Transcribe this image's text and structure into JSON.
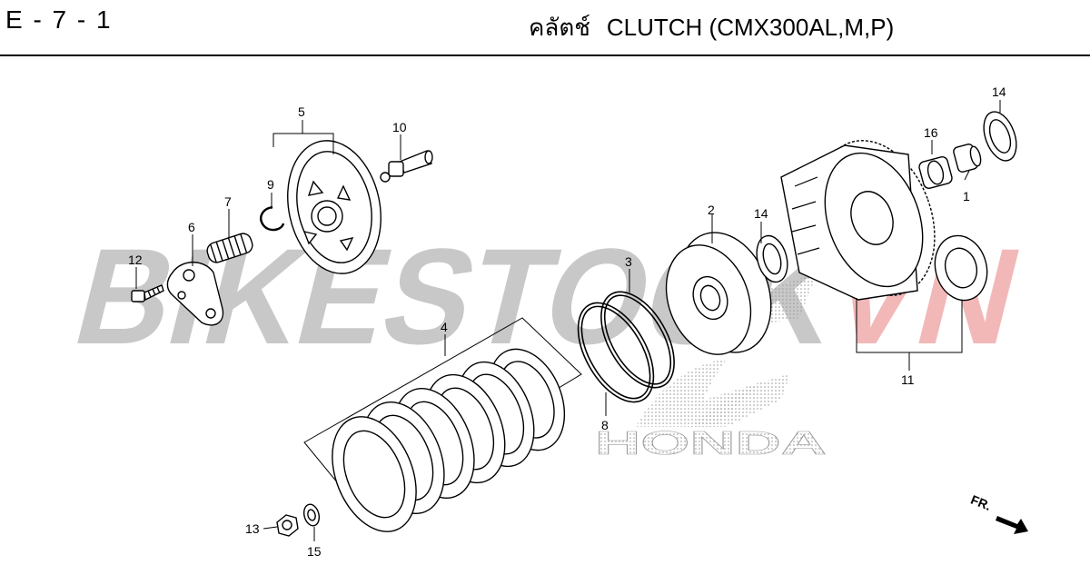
{
  "header": {
    "page_code": "E - 7 - 1",
    "title_thai": "คลัตช์",
    "title_en": "CLUTCH (CMX300AL,M,P)"
  },
  "watermark": {
    "text_main": "BIKESTOCK",
    "text_suffix": "VN",
    "main_color": "#c8c8c8",
    "suffix_color": "#f2b8b8"
  },
  "logo": {
    "text": "HONDA"
  },
  "direction_marker": {
    "label": "FR."
  },
  "callouts": [
    {
      "number": "1"
    },
    {
      "number": "2"
    },
    {
      "number": "3"
    },
    {
      "number": "4"
    },
    {
      "number": "5"
    },
    {
      "number": "6"
    },
    {
      "number": "7"
    },
    {
      "number": "8"
    },
    {
      "number": "9"
    },
    {
      "number": "10"
    },
    {
      "number": "11"
    },
    {
      "number": "12"
    },
    {
      "number": "13"
    },
    {
      "number": "14"
    },
    {
      "number": "14"
    },
    {
      "number": "15"
    },
    {
      "number": "16"
    }
  ]
}
